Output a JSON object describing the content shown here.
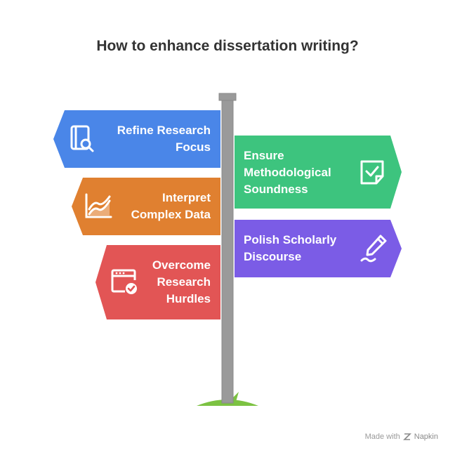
{
  "title": "How to enhance dissertation writing?",
  "signs": [
    {
      "id": "refine",
      "lines": [
        "Refine Research",
        "Focus"
      ],
      "color": "#4A86E8",
      "icon": "book-search-icon",
      "side": "left"
    },
    {
      "id": "ensure",
      "lines": [
        "Ensure",
        "Methodological",
        "Soundness"
      ],
      "color": "#3DC47E",
      "icon": "checkbox-note-icon",
      "side": "right"
    },
    {
      "id": "interpret",
      "lines": [
        "Interpret",
        "Complex Data"
      ],
      "color": "#E08030",
      "icon": "area-chart-icon",
      "side": "left"
    },
    {
      "id": "polish",
      "lines": [
        "Polish Scholarly",
        "Discourse"
      ],
      "color": "#7B5CE6",
      "icon": "pen-icon",
      "side": "right"
    },
    {
      "id": "overcome",
      "lines": [
        "Overcome",
        "Research",
        "Hurdles"
      ],
      "color": "#E25555",
      "icon": "browser-check-icon",
      "side": "left"
    }
  ],
  "colors": {
    "pole": "#999999",
    "grass": "#7CC242"
  },
  "footer": {
    "made_with": "Made with",
    "brand": "Napkin"
  }
}
